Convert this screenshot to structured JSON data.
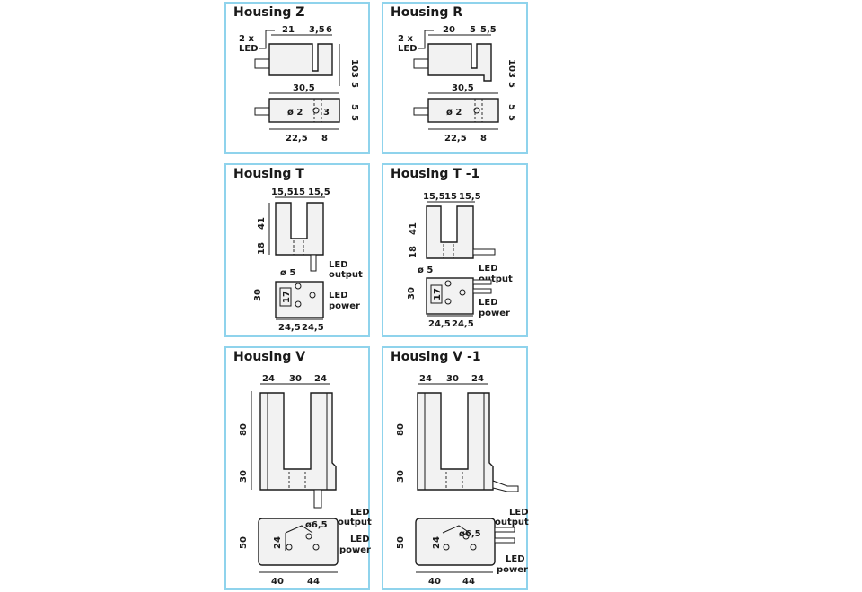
{
  "panels": {
    "z": {
      "title": "Housing Z",
      "led": [
        "2 x",
        "LED"
      ],
      "top": [
        "21",
        "3,5",
        "6"
      ],
      "right": [
        "10",
        "3",
        "5"
      ],
      "width": "30,5",
      "hole": "ø 2",
      "hole_side": "3",
      "side": [
        "5",
        "5"
      ],
      "bottom": [
        "22,5",
        "8"
      ]
    },
    "r": {
      "title": "Housing R",
      "led": [
        "2 x",
        "LED"
      ],
      "top": [
        "20",
        "5",
        "5,5"
      ],
      "right": [
        "10",
        "3",
        "5"
      ],
      "width": "30,5",
      "hole": "ø 2",
      "side": [
        "5",
        "5"
      ],
      "bottom": [
        "22,5",
        "8"
      ]
    },
    "t": {
      "title": "Housing T",
      "top": [
        "15,5",
        "15",
        "15,5"
      ],
      "left": [
        "41",
        "18"
      ],
      "hole": "ø 5",
      "label": "17",
      "depth": "30",
      "led_output": [
        "LED",
        "output"
      ],
      "led_power": [
        "LED",
        "power"
      ],
      "bottom": [
        "24,5",
        "24,5"
      ]
    },
    "t1": {
      "title": "Housing T -1",
      "top": [
        "15,5",
        "15",
        "15,5"
      ],
      "left": [
        "41",
        "18"
      ],
      "hole": "ø 5",
      "label": "17",
      "depth": "30",
      "led_output": [
        "LED",
        "output"
      ],
      "led_power": [
        "LED",
        "power"
      ],
      "bottom": [
        "24,5",
        "24,5"
      ]
    },
    "v": {
      "title": "Housing V",
      "top": [
        "24",
        "30",
        "24"
      ],
      "left": [
        "80",
        "30"
      ],
      "hole": "ø6,5",
      "inner": "24",
      "depth": "50",
      "led_output": [
        "LED",
        "output"
      ],
      "led_power": [
        "LED",
        "power"
      ],
      "bottom": [
        "40",
        "44"
      ]
    },
    "v1": {
      "title": "Housing V -1",
      "top": [
        "24",
        "30",
        "24"
      ],
      "left": [
        "80",
        "30"
      ],
      "hole": "ø6,5",
      "inner": "24",
      "depth": "50",
      "led_output": [
        "LED",
        "output"
      ],
      "led_power": [
        "LED",
        "power"
      ],
      "bottom": [
        "40",
        "44"
      ]
    }
  },
  "colors": {
    "border": "#8fd3ec",
    "ink": "#1a1a1a",
    "body_fill": "#f2f2f2"
  }
}
